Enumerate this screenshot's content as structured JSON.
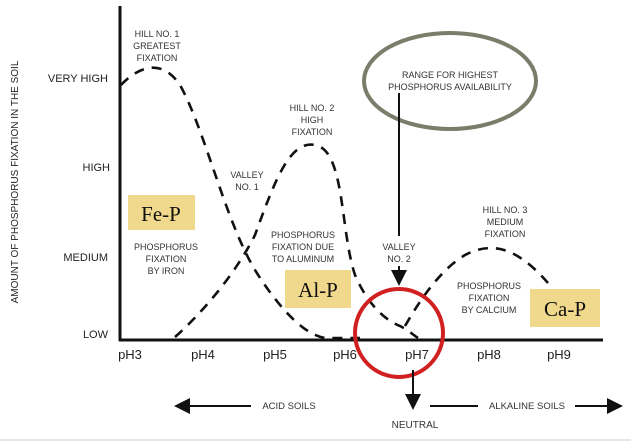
{
  "yaxis_title": "AMOUNT OF PHOSPHORUS FIXATION IN THE SOIL",
  "levels": [
    "VERY HIGH",
    "HIGH",
    "MEDIUM",
    "LOW"
  ],
  "ph_ticks": [
    "pH3",
    "pH4",
    "pH5",
    "pH6",
    "pH7",
    "pH8",
    "pH9"
  ],
  "hill1": [
    "HILL NO. 1",
    "GREATEST",
    "FIXATION"
  ],
  "hill2": [
    "HILL NO. 2",
    "HIGH",
    "FIXATION"
  ],
  "hill3": [
    "HILL NO. 3",
    "MEDIUM",
    "FIXATION"
  ],
  "valley1": [
    "VALLEY",
    "NO. 1"
  ],
  "valley2": [
    "VALLEY",
    "NO. 2"
  ],
  "iron": {
    "box": "Fe-P",
    "text": [
      "PHOSPHORUS",
      "FIXATION",
      "BY IRON"
    ]
  },
  "aluminum": {
    "box": "Al-P",
    "text": [
      "PHOSPHORUS",
      "FIXATION DUE",
      "TO ALUMINUM"
    ]
  },
  "calcium": {
    "box": "Ca-P",
    "text": [
      "PHOSPHORUS",
      "FIXATION",
      "BY CALCIUM"
    ]
  },
  "range": [
    "RANGE FOR HIGHEST",
    "PHOSPHORUS AVAILABILITY"
  ],
  "acid": "ACID SOILS",
  "alkaline": "ALKALINE SOILS",
  "neutral": "NEUTRAL",
  "colors": {
    "box": "#f0d98c",
    "ellipse": "#7a7d6a",
    "circle": "#d0201f"
  }
}
